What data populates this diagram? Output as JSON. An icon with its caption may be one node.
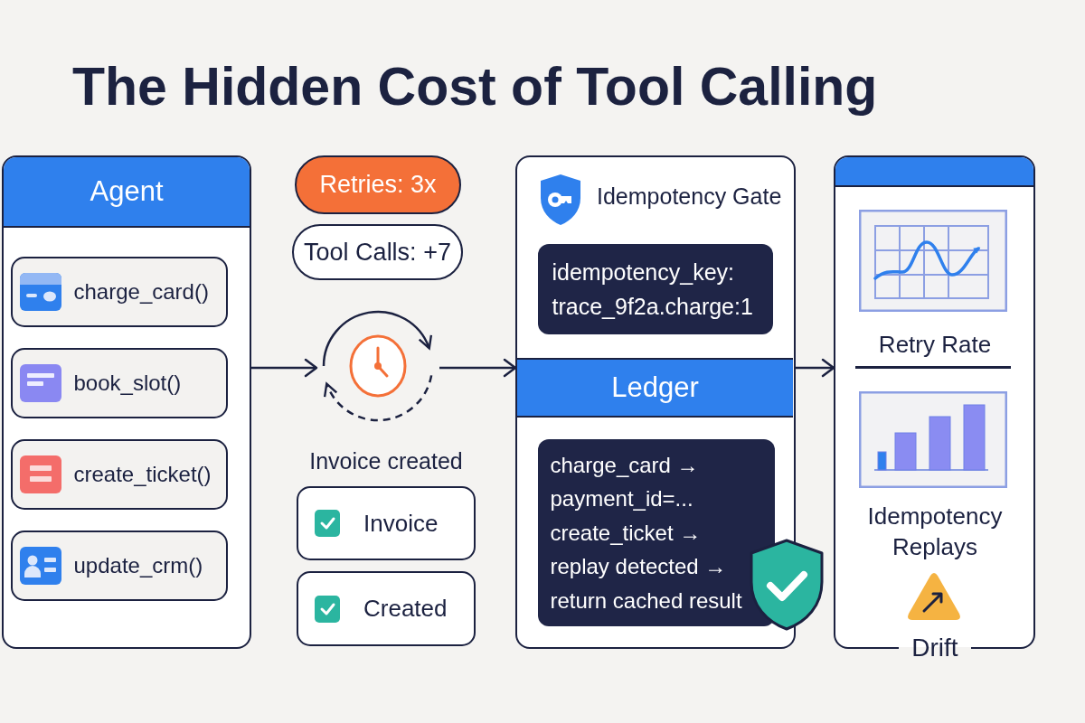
{
  "diagram": {
    "title": "The Hidden Cost of Tool Calling",
    "nodes": [
      {
        "text": [
          "Agent"
        ]
      },
      {
        "text": [
          "charge_card()"
        ],
        "in": 0
      },
      {
        "text": [
          "book_slot()"
        ],
        "in": 0
      },
      {
        "text": [
          "create_ticket()"
        ],
        "in": 0
      },
      {
        "text": [
          "update_crm()"
        ],
        "in": 0
      },
      {
        "text": [
          "Retries: 3x"
        ]
      },
      {
        "text": [
          "Tool Calls: +7"
        ]
      },
      {
        "text": [],
        "shape": "picture"
      },
      {
        "text": [
          "Invoice"
        ]
      },
      {
        "text": [
          "Created"
        ]
      },
      {
        "text": [
          "Idempotency Gate"
        ]
      },
      {
        "text": [
          "idempotency_key: trace_9f2a.charge:1"
        ],
        "in": 10
      },
      {
        "text": [
          "Ledger"
        ],
        "in": 10
      },
      {
        "text": [
          "charge_card → payment_id=... create_ticket → replay detected → return cached result"
        ],
        "in": 10
      },
      {
        "text": [],
        "shape": "box"
      }
    ],
    "edges": [
      {
        "from": 0,
        "to": 7,
        "arrow": "to"
      },
      {
        "from": 7,
        "to": 10,
        "arrow": "to"
      },
      {
        "from": 10,
        "to": 14,
        "arrow": "to"
      }
    ],
    "labels": [
      "Invoice created",
      "Retry Rate",
      "Idempotency Replays",
      "Drift"
    ]
  }
}
